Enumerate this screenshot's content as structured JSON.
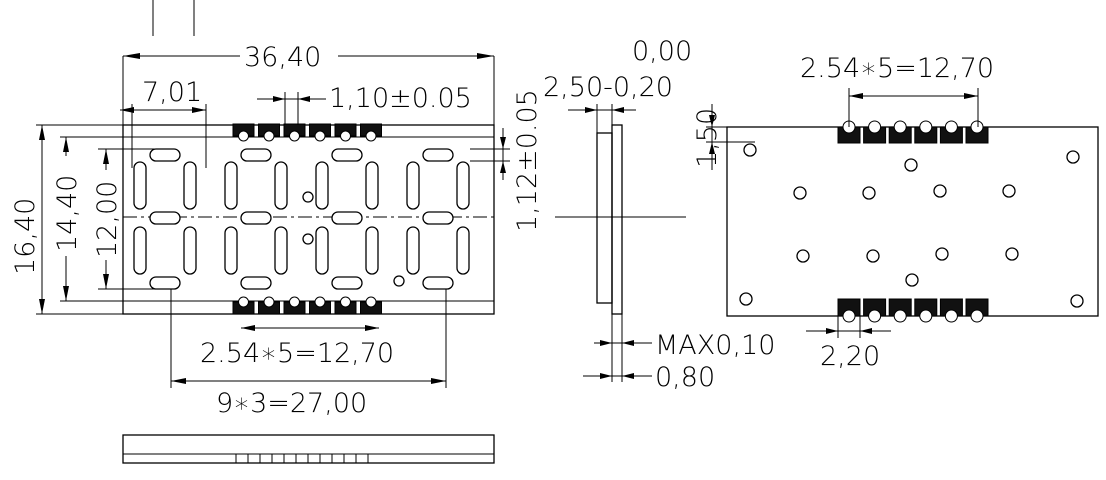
{
  "front_view": {
    "width": "36,40",
    "digit_pitch": "7,01",
    "pin_width": "1,10±0.05",
    "height_outer": "16,40",
    "height_window": "14,40",
    "height_digit": "12,00",
    "segment_width": "1,12±0.05",
    "pin_pitch": "2.54∗5=12,70",
    "digit_span": "9∗3=27,00"
  },
  "side_view": {
    "tol_upper": "0,00",
    "thickness": "2,50-0,20",
    "max_offset": "MAX0,10",
    "lead": "0,80"
  },
  "back_view": {
    "pin_pitch": "2.54∗5=12,70",
    "pin_offset": "1,50",
    "pin_width": "2,20"
  }
}
